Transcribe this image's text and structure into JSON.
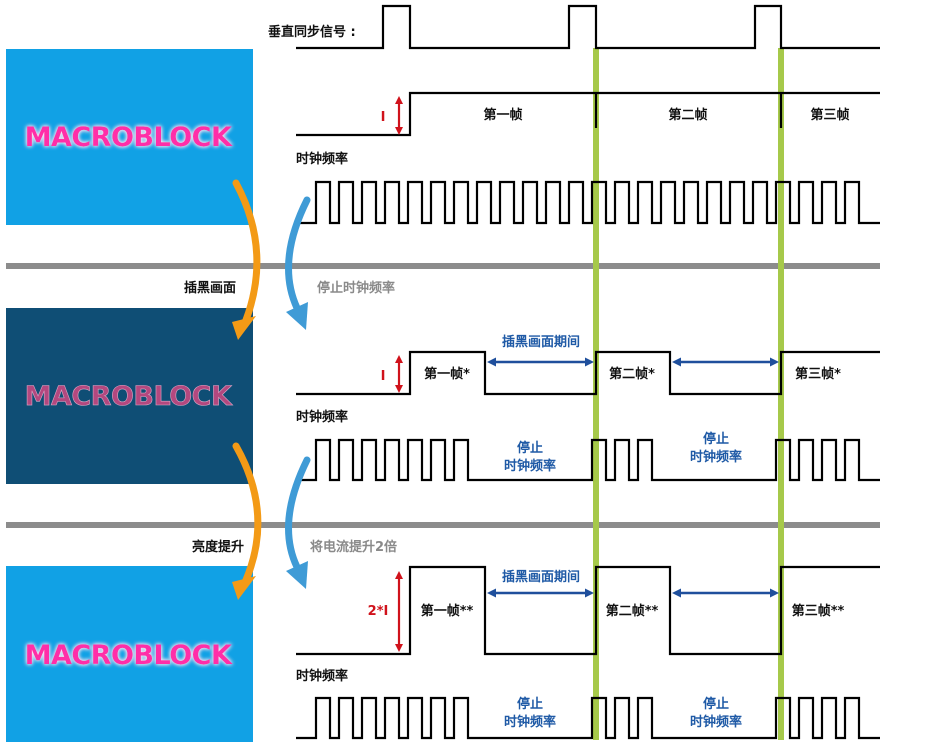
{
  "colors": {
    "panel_bright": "#11a1e5",
    "panel_dark": "#0f4e75",
    "logo_bright": "#ff2fa8",
    "logo_dark": "#b3487f",
    "logo_glow": "#ffe3f3",
    "guide_green": "#a6c94a",
    "divider_gray": "#8c8c8c",
    "arrow_orange": "#f39a16",
    "arrow_blue": "#3f9bd6",
    "span_arrow_blue": "#1f4f9c",
    "current_red": "#d0121b"
  },
  "icons": {
    "current_arrow": "double-headed-vertical-arrow",
    "period_arrow": "double-headed-horizontal-arrow",
    "transition_arrow": "curved-down-arrow"
  },
  "panels": [
    {
      "logo": "MACROBLOCK"
    },
    {
      "logo": "MACROBLOCK"
    },
    {
      "logo": "MACROBLOCK"
    }
  ],
  "vsync": {
    "label": "垂直同步信号 :"
  },
  "section1": {
    "current_label": "I",
    "frames": [
      "第一帧",
      "第二帧",
      "第三帧"
    ],
    "clock_label": "时钟频率"
  },
  "divider1": {
    "left_label": "插黑画面",
    "right_label": "停止时钟频率"
  },
  "section2": {
    "current_label": "I",
    "frames": [
      "第一帧*",
      "第二帧*",
      "第三帧*"
    ],
    "period_label": "插黑画面期间",
    "clock_label": "时钟频率",
    "stop_line1": "停止",
    "stop_line2": "时钟频率"
  },
  "divider2": {
    "left_label": "亮度提升",
    "right_label": "将电流提升2倍"
  },
  "section3": {
    "current_label": "2*I",
    "frames": [
      "第一帧**",
      "第二帧**",
      "第三帧**"
    ],
    "period_label": "插黑画面期间",
    "clock_label": "时钟频率",
    "stop_line1": "停止",
    "stop_line2": "时钟频率"
  }
}
